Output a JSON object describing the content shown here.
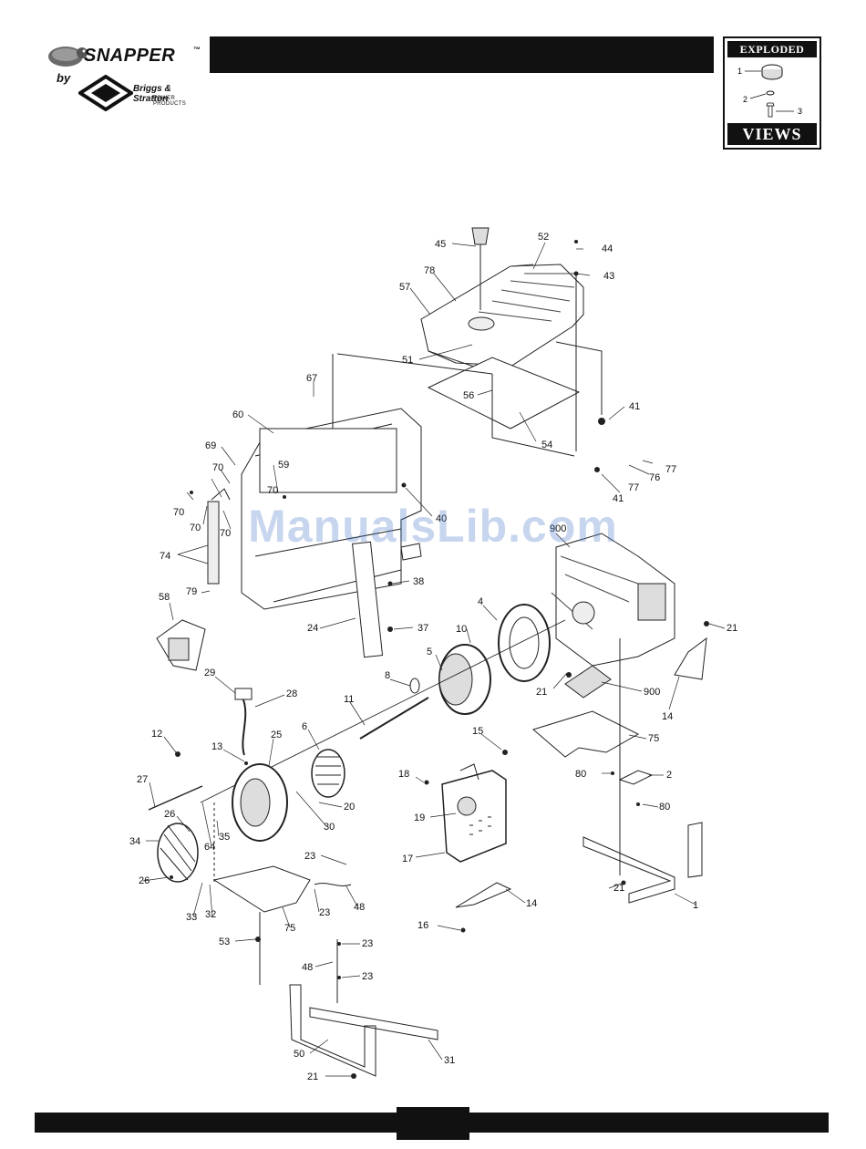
{
  "brand": {
    "name": "SNAPPER",
    "trademark": "™",
    "by": "by",
    "partner": "Briggs & Stratton",
    "partner_sub": "POWER PRODUCTS"
  },
  "badge": {
    "top": "EXPLODED",
    "bottom": "VIEWS",
    "callouts": [
      "1",
      "2",
      "3"
    ]
  },
  "watermark": "ManualsLib.com",
  "callouts": [
    {
      "id": "45",
      "text": "45"
    },
    {
      "id": "52",
      "text": "52"
    },
    {
      "id": "44",
      "text": "44"
    },
    {
      "id": "78",
      "text": "78"
    },
    {
      "id": "43",
      "text": "43"
    },
    {
      "id": "57",
      "text": "57"
    },
    {
      "id": "51",
      "text": "51"
    },
    {
      "id": "67",
      "text": "67"
    },
    {
      "id": "56",
      "text": "56"
    },
    {
      "id": "60",
      "text": "60"
    },
    {
      "id": "41a",
      "text": "41"
    },
    {
      "id": "54",
      "text": "54"
    },
    {
      "id": "69",
      "text": "69"
    },
    {
      "id": "77a",
      "text": "77"
    },
    {
      "id": "59",
      "text": "59"
    },
    {
      "id": "70a",
      "text": "70"
    },
    {
      "id": "76",
      "text": "76"
    },
    {
      "id": "70b",
      "text": "70"
    },
    {
      "id": "77b",
      "text": "77"
    },
    {
      "id": "41b",
      "text": "41"
    },
    {
      "id": "70c",
      "text": "70"
    },
    {
      "id": "70d",
      "text": "70"
    },
    {
      "id": "70e",
      "text": "70"
    },
    {
      "id": "40",
      "text": "40"
    },
    {
      "id": "900a",
      "text": "900"
    },
    {
      "id": "74",
      "text": "74"
    },
    {
      "id": "38",
      "text": "38"
    },
    {
      "id": "79",
      "text": "79"
    },
    {
      "id": "58",
      "text": "58"
    },
    {
      "id": "4",
      "text": "4"
    },
    {
      "id": "24",
      "text": "24"
    },
    {
      "id": "37",
      "text": "37"
    },
    {
      "id": "10",
      "text": "10"
    },
    {
      "id": "21a",
      "text": "21"
    },
    {
      "id": "5",
      "text": "5"
    },
    {
      "id": "29",
      "text": "29"
    },
    {
      "id": "8",
      "text": "8"
    },
    {
      "id": "21b",
      "text": "21"
    },
    {
      "id": "900b",
      "text": "900"
    },
    {
      "id": "28",
      "text": "28"
    },
    {
      "id": "14a",
      "text": "14"
    },
    {
      "id": "11",
      "text": "11"
    },
    {
      "id": "6",
      "text": "6"
    },
    {
      "id": "15",
      "text": "15"
    },
    {
      "id": "75a",
      "text": "75"
    },
    {
      "id": "12",
      "text": "12"
    },
    {
      "id": "25",
      "text": "25"
    },
    {
      "id": "13",
      "text": "13"
    },
    {
      "id": "18",
      "text": "18"
    },
    {
      "id": "80a",
      "text": "80"
    },
    {
      "id": "2",
      "text": "2"
    },
    {
      "id": "27",
      "text": "27"
    },
    {
      "id": "20",
      "text": "20"
    },
    {
      "id": "80b",
      "text": "80"
    },
    {
      "id": "26a",
      "text": "26"
    },
    {
      "id": "19",
      "text": "19"
    },
    {
      "id": "35",
      "text": "35"
    },
    {
      "id": "30",
      "text": "30"
    },
    {
      "id": "34",
      "text": "34"
    },
    {
      "id": "64",
      "text": "64"
    },
    {
      "id": "17",
      "text": "17"
    },
    {
      "id": "23a",
      "text": "23"
    },
    {
      "id": "26b",
      "text": "26"
    },
    {
      "id": "21c",
      "text": "21"
    },
    {
      "id": "14b",
      "text": "14"
    },
    {
      "id": "1",
      "text": "1"
    },
    {
      "id": "23b",
      "text": "23"
    },
    {
      "id": "48a",
      "text": "48"
    },
    {
      "id": "33",
      "text": "33"
    },
    {
      "id": "32",
      "text": "32"
    },
    {
      "id": "75b",
      "text": "75"
    },
    {
      "id": "16",
      "text": "16"
    },
    {
      "id": "53",
      "text": "53"
    },
    {
      "id": "23c",
      "text": "23"
    },
    {
      "id": "48b",
      "text": "48"
    },
    {
      "id": "23d",
      "text": "23"
    },
    {
      "id": "50",
      "text": "50"
    },
    {
      "id": "31",
      "text": "31"
    },
    {
      "id": "21d",
      "text": "21"
    }
  ]
}
